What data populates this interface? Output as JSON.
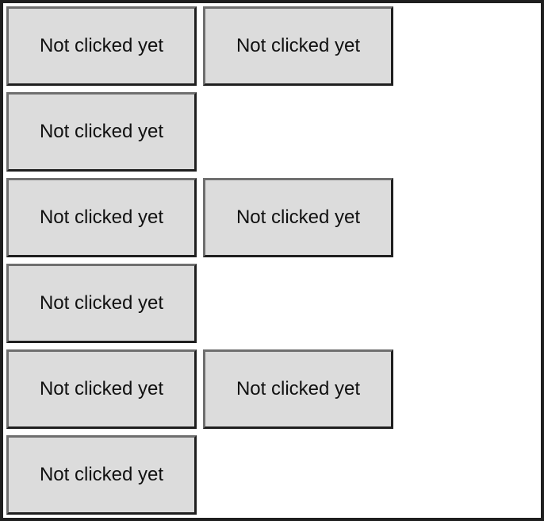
{
  "buttons": [
    {
      "label": "Not clicked yet"
    },
    {
      "label": "Not clicked yet"
    },
    {
      "label": "Not clicked yet"
    },
    {
      "label": "Not clicked yet"
    },
    {
      "label": "Not clicked yet"
    },
    {
      "label": "Not clicked yet"
    },
    {
      "label": "Not clicked yet"
    },
    {
      "label": "Not clicked yet"
    },
    {
      "label": "Not clicked yet"
    }
  ]
}
